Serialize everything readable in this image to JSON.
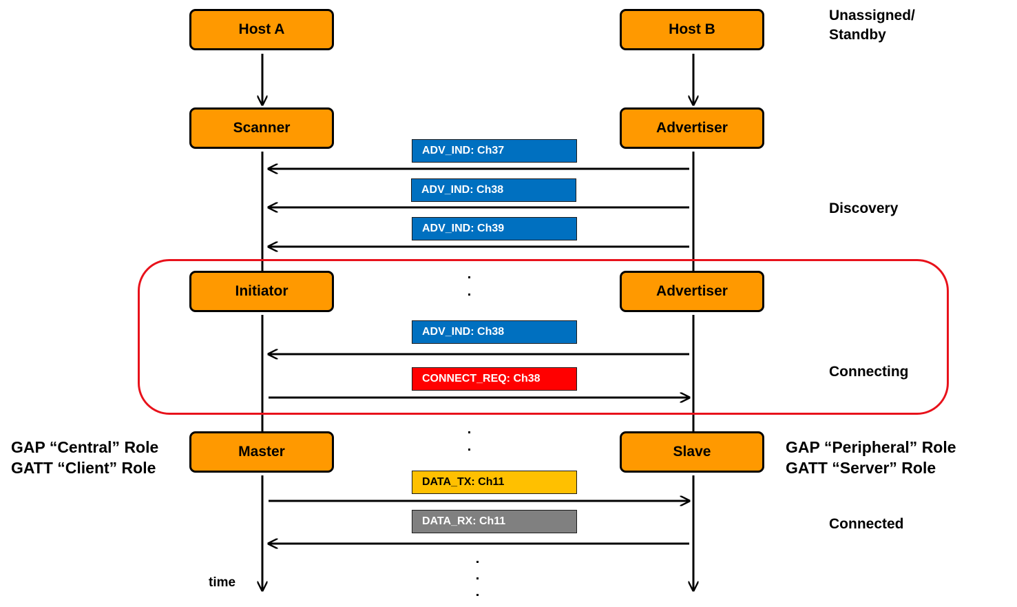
{
  "hosts": {
    "a": "Host A",
    "b": "Host B"
  },
  "states": {
    "a_scanning": "Scanner",
    "b_advertising": "Advertiser",
    "a_initiating": "Initiator",
    "b_advertising_2": "Advertiser",
    "a_connected": "Master",
    "b_connected": "Slave"
  },
  "messages": [
    {
      "label": "ADV_IND: Ch37",
      "direction": "B to A",
      "color": "#0070C0"
    },
    {
      "label": "ADV_IND: Ch38",
      "direction": "B to A",
      "color": "#0070C0"
    },
    {
      "label": "ADV_IND: Ch39",
      "direction": "B to A",
      "color": "#0070C0"
    },
    {
      "label": "ADV_IND: Ch38",
      "direction": "B to A",
      "color": "#0070C0"
    },
    {
      "label": "CONNECT_REQ: Ch38",
      "direction": "A to B",
      "color": "#FF0000"
    },
    {
      "label": "DATA_TX: Ch11",
      "direction": "A to B",
      "color": "#FFC000"
    },
    {
      "label": "DATA_RX: Ch11",
      "direction": "B to A",
      "color": "#808080"
    }
  ],
  "phases": {
    "standby_line1": "Unassigned/",
    "standby_line2": "Standby",
    "discovery": "Discovery",
    "connecting": "Connecting",
    "connected": "Connected"
  },
  "roles": {
    "central_gap": "GAP “Central” Role",
    "central_gatt": "GATT “Client” Role",
    "peripheral_gap": "GAP “Peripheral” Role",
    "peripheral_gatt": "GATT “Server” Role"
  },
  "time_label": "time",
  "colors": {
    "state_fill": "#FF9900",
    "highlight_frame": "#E8121B",
    "line": "#000000"
  }
}
